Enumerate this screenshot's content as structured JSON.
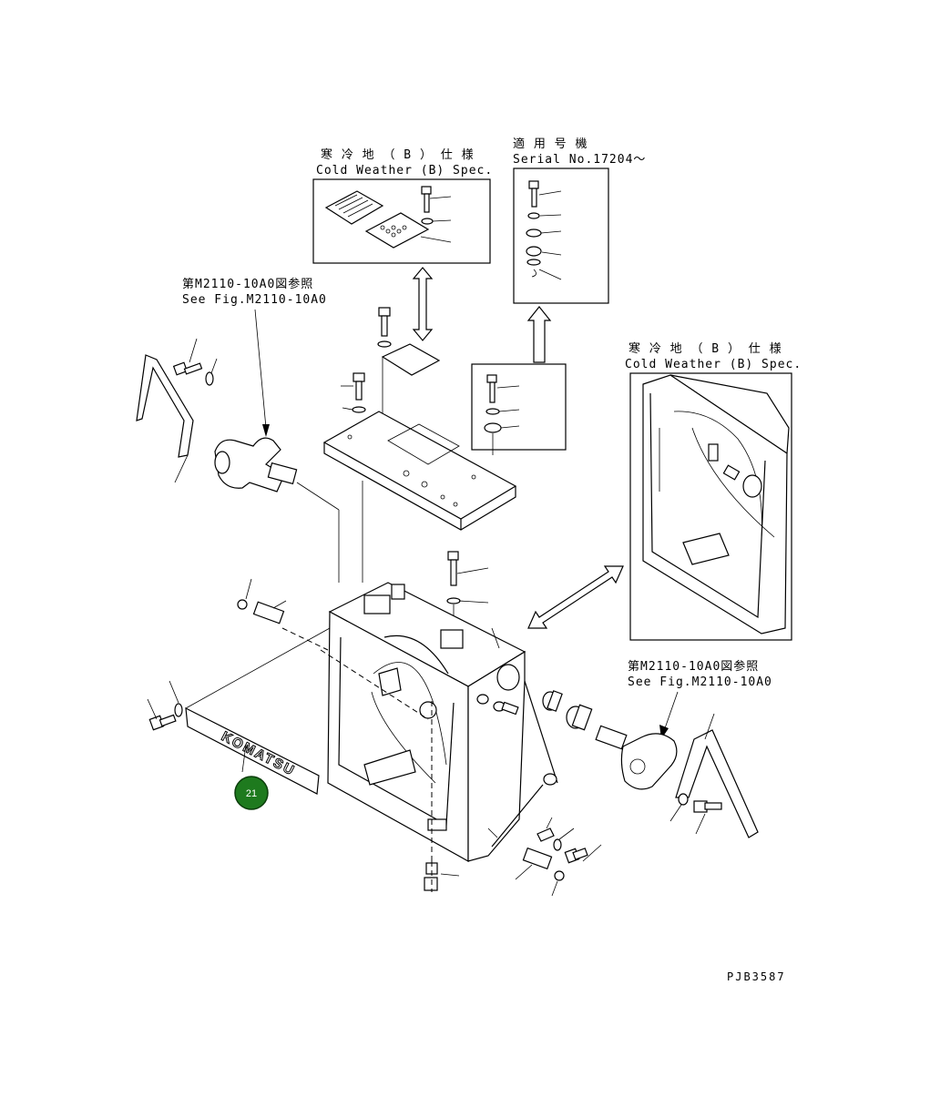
{
  "labels": {
    "cold_weather_top_jp": "寒 冷 地 （ B ） 仕 様",
    "cold_weather_top_en": "Cold Weather (B) Spec.",
    "serial_jp": "適 用 号 機",
    "serial_en": "Serial No.17204～",
    "ref_top_jp": "第M2110-10A0図参照",
    "ref_top_en": "See Fig.M2110-10A0",
    "cold_weather_right_jp": "寒 冷 地 （ B ） 仕 様",
    "cold_weather_right_en": "Cold Weather (B) Spec.",
    "ref_right_jp": "第M2110-10A0図参照",
    "ref_right_en": "See Fig.M2110-10A0",
    "plate_text": "KOMATSU",
    "figure_code": "PJB3587"
  },
  "callout": {
    "number": "21",
    "color": "#1e7a1e"
  }
}
